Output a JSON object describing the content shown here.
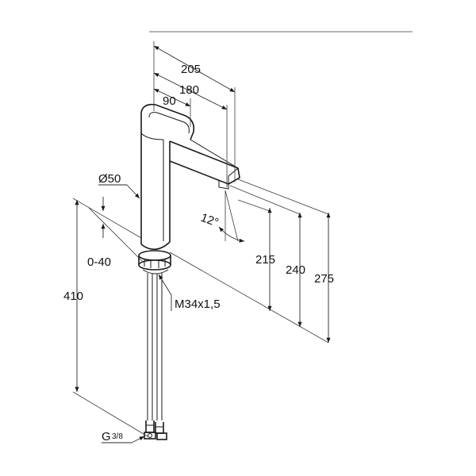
{
  "dimensions": {
    "spout_reach_total": "205",
    "spout_reach_mid": "180",
    "spout_reach_short": "90",
    "body_diameter": "Ø50",
    "tilt_angle": "12°",
    "adjustable_range": "0-40",
    "connection_length": "410",
    "spout_height": "215",
    "mid_height": "240",
    "total_height": "275",
    "mount_thread": "M34x1,5",
    "hose_thread_prefix": "G",
    "hose_thread_fraction": "3/8"
  }
}
